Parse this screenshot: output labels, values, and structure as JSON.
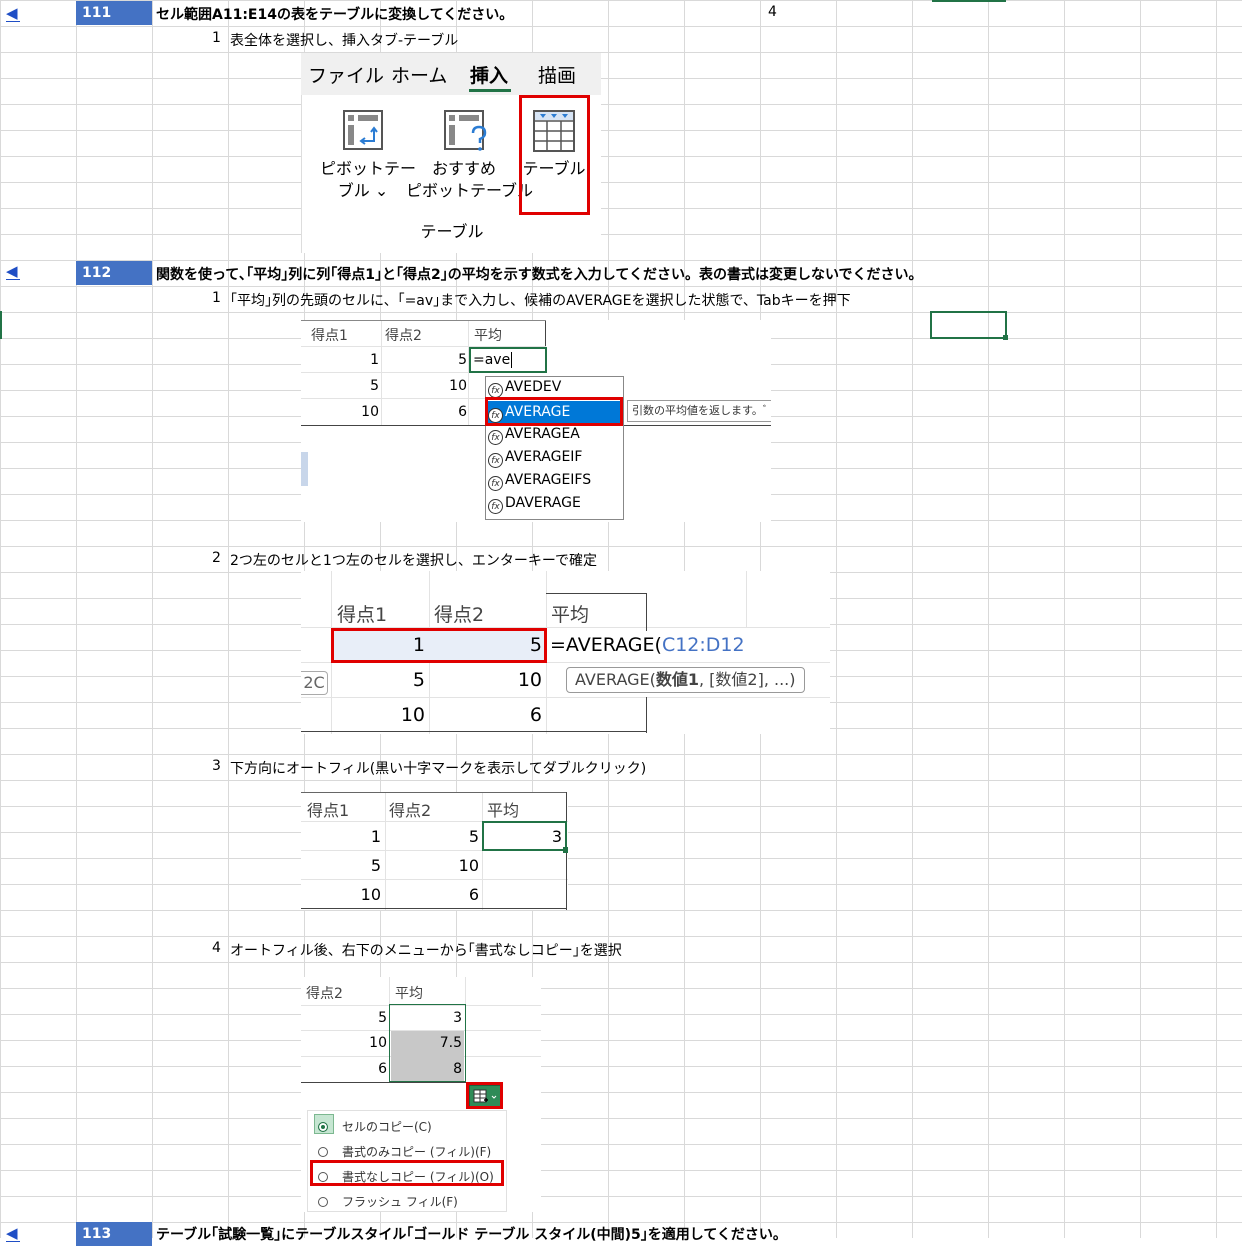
{
  "q111": {
    "nav": "◀",
    "num": "111",
    "title": "セル範囲A11:E14の表をテーブルに変換してください。",
    "side_value": "4",
    "step1_num": "1",
    "step1_text": "表全体を選択し、挿入タブ-テーブル",
    "ribbon": {
      "tabs": [
        "ファイル",
        "ホーム",
        "挿入",
        "描画"
      ],
      "pivot_line1": "ピボットテー",
      "pivot_line2": "ブル ⌄",
      "recommend_line1": "おすすめ",
      "recommend_line2": "ピボットテーブル",
      "table_label": "テーブル",
      "group_label": "テーブル"
    }
  },
  "q112": {
    "nav": "◀",
    "num": "112",
    "title": "関数を使って､｢平均｣列に列｢得点1｣と｢得点2｣の平均を示す数式を入力してください。表の書式は変更しないでください。",
    "step1_num": "1",
    "step1_text": "｢平均｣列の先頭のセルに、｢=av｣まで入力し、候補のAVERAGEを選択した状態で、Tabキーを押下",
    "img1": {
      "headers": [
        "得点1",
        "得点2",
        "平均"
      ],
      "rows": [
        [
          "1",
          "5"
        ],
        [
          "5",
          "10"
        ],
        [
          "10",
          "6"
        ]
      ],
      "input": "=ave",
      "suggestions": [
        "AVEDEV",
        "AVERAGE",
        "AVERAGEA",
        "AVERAGEIF",
        "AVERAGEIFS",
        "DAVERAGE"
      ],
      "tooltip": "引数の平均値を返します。ﾞ"
    },
    "step2_num": "2",
    "step2_text": "2つ左のセルと1つ左のセルを選択し、エンターキーで確定",
    "img2": {
      "headers": [
        "得点1",
        "得点2",
        "平均"
      ],
      "rows": [
        [
          "1",
          "5"
        ],
        [
          "5",
          "10"
        ],
        [
          "10",
          "6"
        ]
      ],
      "formula_prefix": "=AVERAGE(",
      "formula_ref": "C12:D12",
      "side_label": "2C",
      "hint_func": "AVERAGE(",
      "hint_bold": "数値1",
      "hint_rest": ", [数値2], ...)"
    },
    "step3_num": "3",
    "step3_text": "下方向にオートフィル(黒い十字マークを表示してダブルクリック)",
    "img3": {
      "headers": [
        "得点1",
        "得点2",
        "平均"
      ],
      "rows": [
        [
          "1",
          "5",
          "3"
        ],
        [
          "5",
          "10",
          ""
        ],
        [
          "10",
          "6",
          ""
        ]
      ]
    },
    "step4_num": "4",
    "step4_text": "オートフィル後、右下のメニューから｢書式なしコピー｣を選択",
    "img4": {
      "headers": [
        "得点2",
        "平均"
      ],
      "rows": [
        [
          "5",
          "3"
        ],
        [
          "10",
          "7.5"
        ],
        [
          "6",
          "8"
        ]
      ],
      "menu": [
        "セルのコピー(C)",
        "書式のみコピー (フィル)(F)",
        "書式なしコピー (フィル)(O)",
        "フラッシュ フィル(F)"
      ]
    }
  },
  "q113": {
    "nav": "◀",
    "num": "113",
    "title": "テーブル｢試験一覧｣にテーブルスタイル｢ゴールド テーブル スタイル(中間)5｣を適用してください。"
  },
  "colors": {
    "qnum_bg": "#4472c4",
    "highlight": "#e00000",
    "selection_green": "#217346",
    "autocomplete_selected": "#0078d7"
  }
}
